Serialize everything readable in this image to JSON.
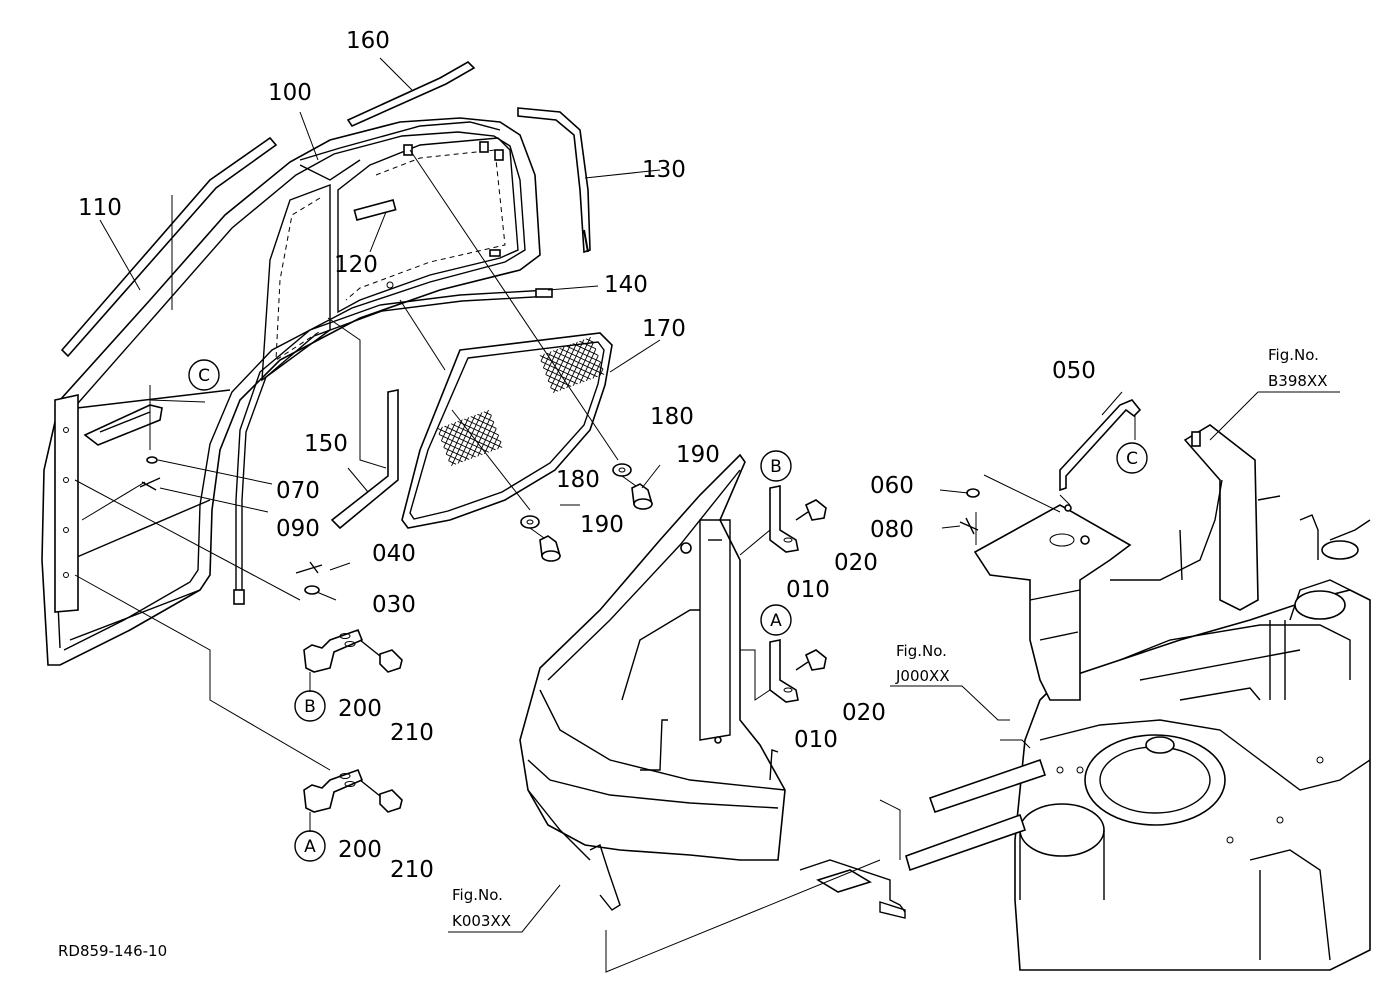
{
  "parts": [
    {
      "id": "p010a",
      "label": "010"
    },
    {
      "id": "p010b",
      "label": "010"
    },
    {
      "id": "p020a",
      "label": "020"
    },
    {
      "id": "p020b",
      "label": "020"
    },
    {
      "id": "p030",
      "label": "030"
    },
    {
      "id": "p040",
      "label": "040"
    },
    {
      "id": "p050",
      "label": "050"
    },
    {
      "id": "p060",
      "label": "060"
    },
    {
      "id": "p070",
      "label": "070"
    },
    {
      "id": "p080",
      "label": "080"
    },
    {
      "id": "p090",
      "label": "090"
    },
    {
      "id": "p100",
      "label": "100"
    },
    {
      "id": "p110",
      "label": "110"
    },
    {
      "id": "p120",
      "label": "120"
    },
    {
      "id": "p130",
      "label": "130"
    },
    {
      "id": "p140",
      "label": "140"
    },
    {
      "id": "p150",
      "label": "150"
    },
    {
      "id": "p160",
      "label": "160"
    },
    {
      "id": "p170",
      "label": "170"
    },
    {
      "id": "p180a",
      "label": "180"
    },
    {
      "id": "p180b",
      "label": "180"
    },
    {
      "id": "p190a",
      "label": "190"
    },
    {
      "id": "p190b",
      "label": "190"
    },
    {
      "id": "p200a",
      "label": "200"
    },
    {
      "id": "p200b",
      "label": "200"
    },
    {
      "id": "p210a",
      "label": "210"
    },
    {
      "id": "p210b",
      "label": "210"
    }
  ],
  "circle_refs": {
    "a_top": "A",
    "a_bottom": "A",
    "b_top": "B",
    "b_bottom": "B",
    "c_top": "C",
    "c_left": "C"
  },
  "fig_refs": [
    {
      "id": "b398",
      "caption": "Fig.No.",
      "code": "B398XX"
    },
    {
      "id": "j000",
      "caption": "Fig.No.",
      "code": "J000XX"
    },
    {
      "id": "k003",
      "caption": "Fig.No.",
      "code": "K003XX"
    }
  ],
  "drawing_code": "RD859-146-10"
}
